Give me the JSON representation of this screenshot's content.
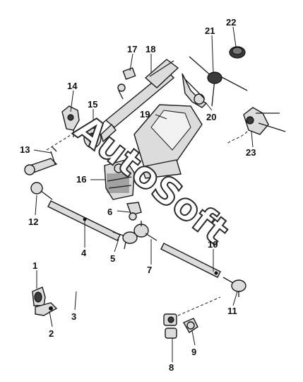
{
  "callouts": {
    "c1": "1",
    "c2": "2",
    "c3": "3",
    "c4": "4",
    "c5": "5",
    "c6": "6",
    "c7": "7",
    "c8": "8",
    "c9": "9",
    "c10": "10",
    "c11": "11",
    "c12": "12",
    "c13": "13",
    "c14": "14",
    "c15": "15",
    "c16": "16",
    "c17": "17",
    "c18": "18",
    "c19": "19",
    "c20": "20",
    "c21": "21",
    "c22": "22",
    "c23": "23"
  },
  "watermark": "AutoSoft"
}
